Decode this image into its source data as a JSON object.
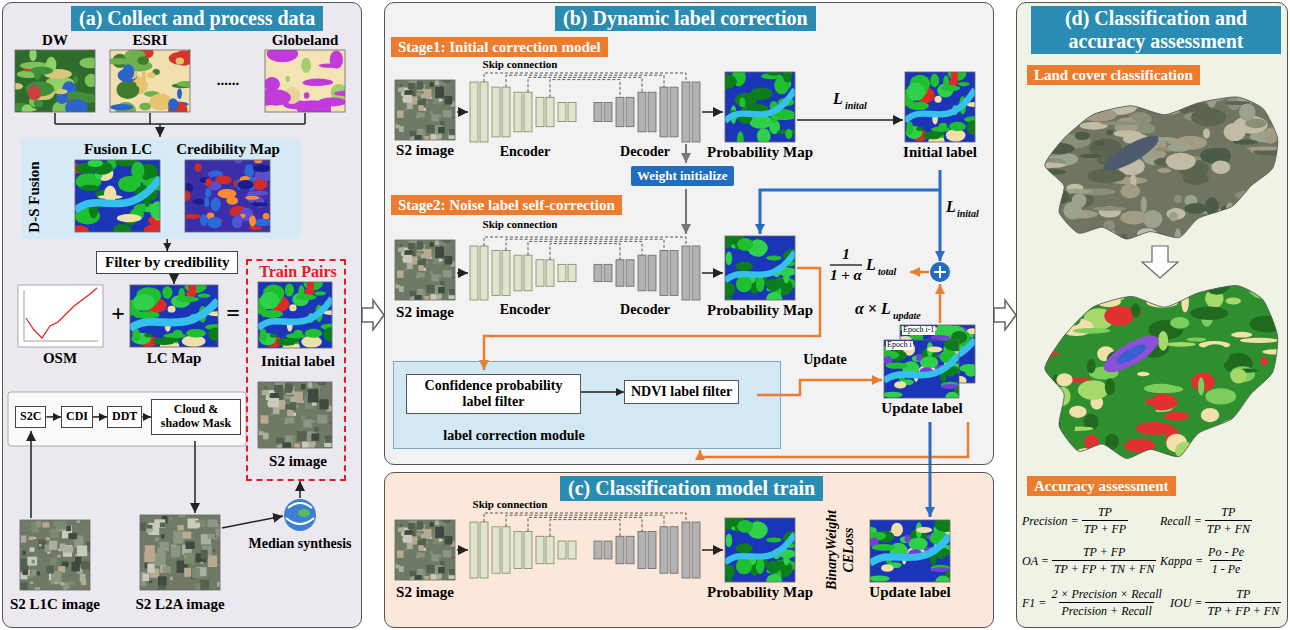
{
  "diagram": {
    "nodes": [
      {
        "text": [
          "(a) Collect and process data"
        ]
      },
      {
        "text": [
          "Fusion LC",
          "Credibility Map",
          "D-S Fusion"
        ],
        "in": 0
      },
      {
        "text": [
          "Filter by credibility"
        ],
        "in": 0
      },
      {
        "text": [
          "Train Pairs",
          "Initial label",
          "S2 image"
        ],
        "in": 0
      },
      {
        "text": [
          "S2C"
        ],
        "in": 0
      },
      {
        "text": [
          "CDI"
        ],
        "in": 0
      },
      {
        "text": [
          "DDT"
        ],
        "in": 0
      },
      {
        "text": [
          "Cloud & shadow Mask"
        ],
        "in": 0
      },
      {
        "text": [
          "(b) Dynamic label correction"
        ]
      },
      {
        "text": [
          "Stage1: Initial correction model"
        ],
        "in": 8
      },
      {
        "text": [
          "Weight initialize"
        ],
        "in": 8
      },
      {
        "text": [
          "Stage2: Noise label self-correction"
        ],
        "in": 8
      },
      {
        "text": [
          "label correction module"
        ],
        "in": 8
      },
      {
        "text": [
          "Confidence probability label filter"
        ],
        "in": 12
      },
      {
        "text": [
          "NDVI label filter"
        ],
        "in": 12
      },
      {
        "text": [
          "(c) Classification model train"
        ]
      },
      {
        "text": [
          "(d) Classification and accuracy assessment"
        ]
      },
      {
        "text": [
          "Land cover classification"
        ],
        "in": 16
      },
      {
        "text": [
          "Accuracy assessment"
        ],
        "in": 16
      }
    ],
    "edges": [
      {
        "from": 0,
        "to": 8,
        "arrow": "to"
      },
      {
        "from": 8,
        "to": 16,
        "arrow": "to"
      },
      {
        "from": 1,
        "to": 2,
        "arrow": "to"
      },
      {
        "from": 4,
        "to": 5,
        "arrow": "to"
      },
      {
        "from": 5,
        "to": 6,
        "arrow": "to"
      },
      {
        "from": 6,
        "to": 7,
        "arrow": "to"
      },
      {
        "from": 13,
        "to": 14,
        "arrow": "to"
      }
    ],
    "labels": [
      "DW",
      "ESRI",
      "Globeland",
      "......",
      "OSM",
      "+",
      "LC Map",
      "=",
      "S2 L1C image",
      "S2 L2A image",
      "Median synthesis",
      "Skip connection",
      "Encoder",
      "Decoder",
      "S2 image",
      "Probability Map",
      "Initial label",
      "L",
      "inital",
      "Skip connection",
      "Encoder",
      "Decoder",
      "S2 image",
      "Probability Map",
      "L",
      "inital",
      "1",
      "1 + α",
      "L",
      "total",
      "α × L",
      "update",
      "Update",
      "Epoch i-1",
      "Epoch i",
      "Update label",
      "S2 image",
      "Probability Map",
      "BinaryWeight",
      "CELoss",
      "Update label",
      "Skip connection",
      "Precision =",
      "TP",
      "TP + FP",
      "Recall =",
      "TP",
      "TP + FN",
      "OA =",
      "TP + FP",
      "TP + FP + TN + FN",
      "Kappa =",
      "Po - Pe",
      "1 - Pe",
      "F1 =",
      "2 × Precision × Recall",
      "Precision + Recall",
      "IOU =",
      "TP",
      "TP + FP + FN"
    ]
  }
}
